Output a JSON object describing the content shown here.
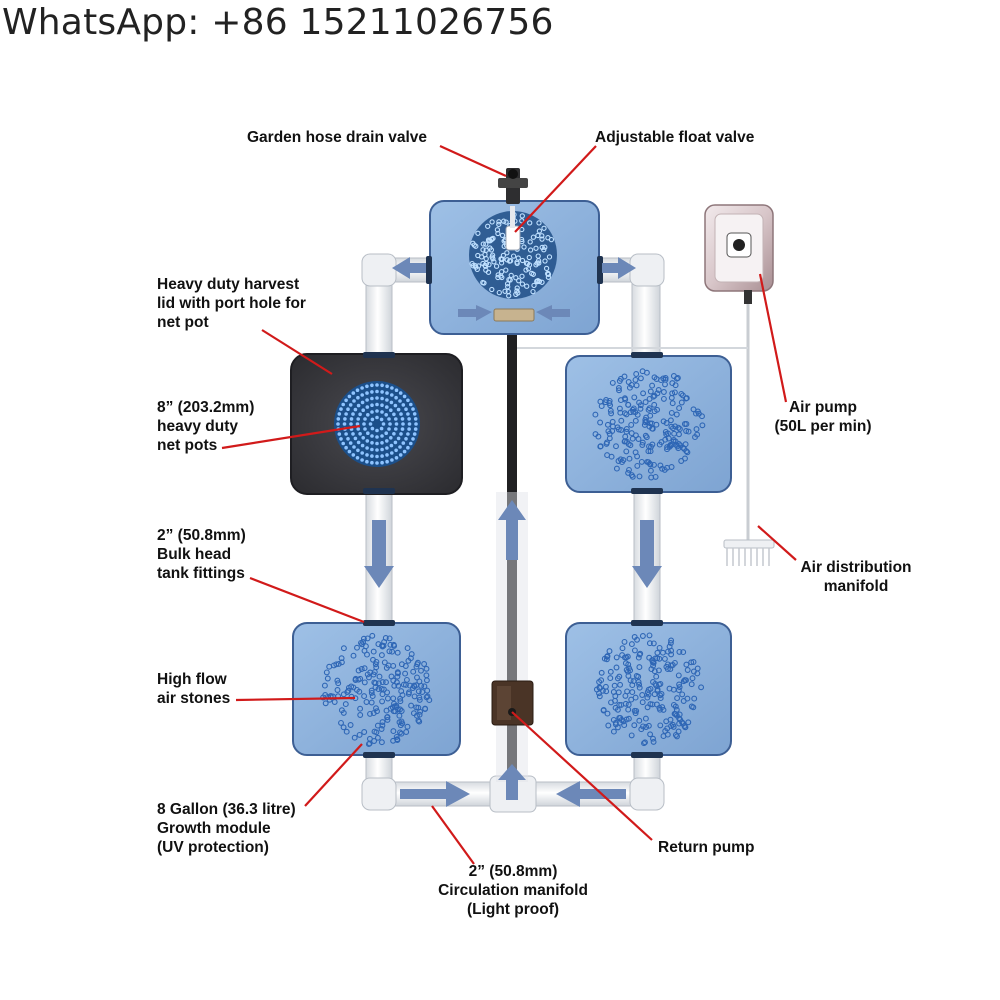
{
  "header": {
    "text": "WhatsApp: +86 15211026756"
  },
  "labels": {
    "drain_valve": "Garden hose drain valve",
    "float_valve": "Adjustable float valve",
    "harvest_lid": "Heavy duty harvest\nlid with port hole for\nnet pot",
    "net_pots": "8” (203.2mm)\nheavy duty\nnet pots",
    "bulk_head": "2” (50.8mm)\nBulk head\ntank fittings",
    "air_stones": "High flow\nair stones",
    "growth_module": "8 Gallon (36.3 litre)\nGrowth module\n(UV protection)",
    "circulation_manifold": "2” (50.8mm)\nCirculation manifold\n(Light proof)",
    "return_pump": "Return pump",
    "air_pump": "Air pump\n(50L per min)",
    "air_manifold": "Air distribution\nmanifold"
  },
  "colors": {
    "tank_fill": "#8fb4de",
    "tank_stroke": "#3d5f94",
    "lid": "#3b3b3f",
    "pipe": "#f0f2f4",
    "arrow": "#6c88b8",
    "leader": "#d11a1a",
    "pump_body": "#c9b2b5"
  }
}
